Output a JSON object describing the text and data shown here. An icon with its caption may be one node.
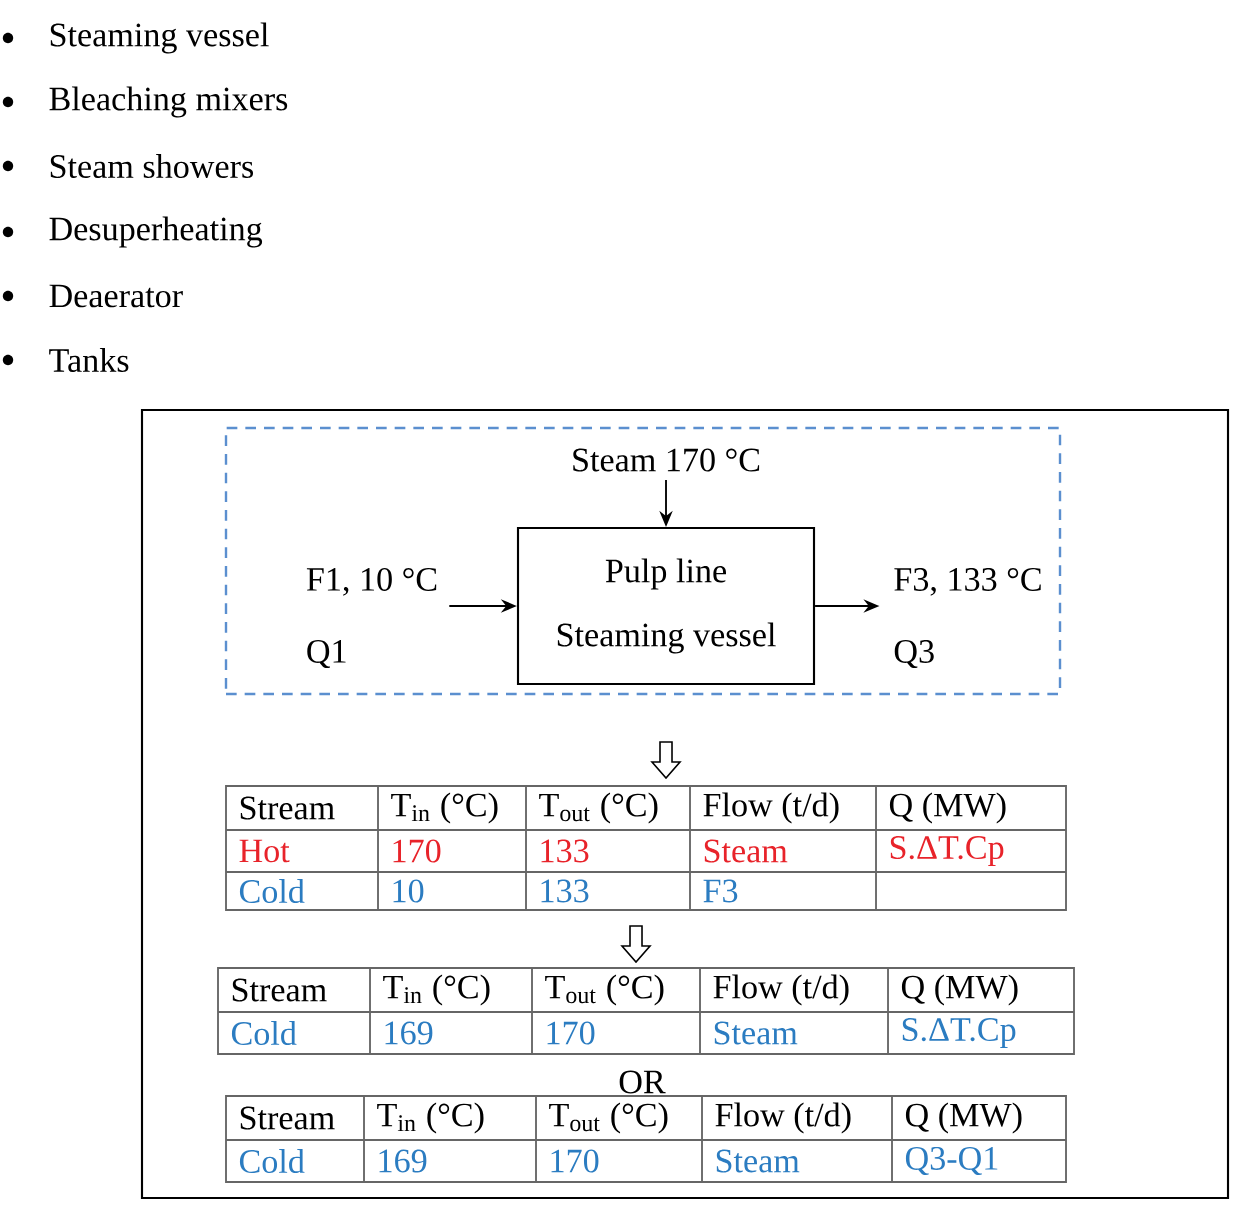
{
  "diagram": {
    "nodes": [
      {
        "text": [],
        "shape": "box"
      },
      {
        "text": [
          "F1, 10 °C",
          "Q1"
        ],
        "in": 0
      },
      {
        "text": [
          "Steam 170 °C"
        ],
        "in": 0
      },
      {
        "text": [
          "Pulp line",
          "Steaming vessel"
        ],
        "in": 0
      },
      {
        "text": [
          "F3, 133 °C",
          "Q3"
        ],
        "in": 0
      }
    ],
    "edges": [
      {
        "from": 1,
        "to": 3,
        "arrow": "to"
      },
      {
        "from": 2,
        "to": 3,
        "arrow": "to"
      },
      {
        "from": 3,
        "to": 4,
        "arrow": "to"
      }
    ],
    "labels": [
      "Steaming vessel",
      "Bleaching mixers",
      "Steam showers",
      "Desuperheating",
      "Deaerator",
      "Tanks",
      "Stream",
      "T$_{in}$ (°C)",
      "T$_{out}$ (°C)",
      "Flow (t/d)",
      "Q (MW)",
      "Hot",
      "170",
      "133",
      "Steam",
      "S.ΔT.Cp",
      "Cold",
      "10",
      "133",
      "F3",
      "Stream",
      "T$_{in}$ (°C)",
      "T$_{out}$ (°C)",
      "Flow (t/d)",
      "Q (MW)",
      "Cold",
      "169",
      "170",
      "Steam",
      "S.ΔT.Cp",
      "OR",
      "Stream",
      "T$_{in}$ (°C)",
      "T$_{out}$ (°C)",
      "Flow (t/d)",
      "Q (MW)",
      "Cold",
      "169",
      "170",
      "Steam",
      "Q3-Q1"
    ]
  }
}
